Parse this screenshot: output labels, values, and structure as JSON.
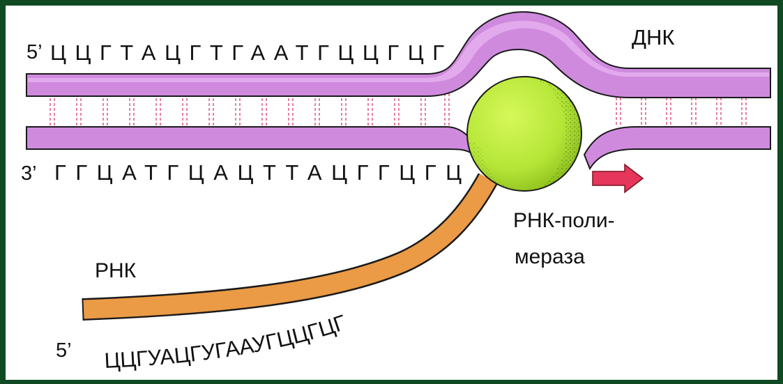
{
  "diagram": {
    "labels": {
      "dna": "ДНК",
      "rna": "РНК",
      "polymerase_line1": "РНК-поли-",
      "polymerase_line2": "мераза"
    },
    "top_strand": {
      "end": "5’",
      "sequence": "ЦЦГТАЦГТГААТГЦЦГЦГ"
    },
    "bottom_strand": {
      "end": "3’",
      "sequence": "ГГЦАТГЦАЦТТАЦГГЦГЦ"
    },
    "rna_strand": {
      "end": "5’",
      "sequence": "ЦЦГУАЦГУГААУГЦЦГЦГ"
    },
    "colors": {
      "frame": "#0f4a22",
      "background": "#ffffff",
      "dna_strand": "#cf8ade",
      "dna_strand_light": "#e6b2ef",
      "base_pair_lines": "#e0628c",
      "rna_strand": "#eb9a45",
      "polymerase": "#b8e83c",
      "direction_arrow": "#e6365c",
      "text": "#111111"
    }
  }
}
